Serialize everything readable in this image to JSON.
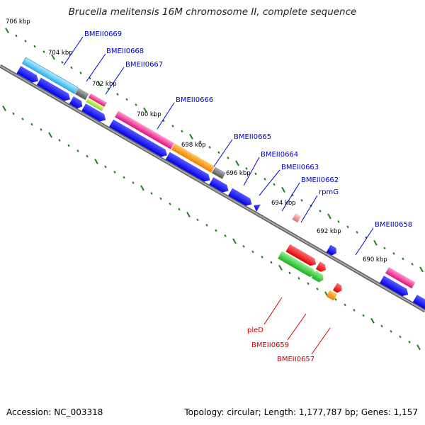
{
  "title": "Brucella melitensis 16M chromosome II, complete sequence",
  "footer": {
    "accession": "Accession: NC_003318",
    "topology": "Topology: circular; Length: 1,177,787 bp; Genes: 1,157"
  },
  "colors": {
    "backbone": "#808080",
    "tick": "#1e7d1e",
    "label_top": "#0000cc",
    "label_bottom": "#cc0000",
    "cds": "#0000ff"
  },
  "kbp_labels": [
    "706 kbp",
    "704 kbp",
    "702 kbp",
    "700 kbp",
    "698 kbp",
    "696 kbp",
    "694 kbp",
    "692 kbp",
    "690 kbp"
  ],
  "genes_top": [
    "BMEII0669",
    "BMEII0668",
    "BMEII0667",
    "BMEII0666",
    "BMEII0665",
    "BMEII0664",
    "BMEII0663",
    "BMEII0662",
    "rpmG",
    "BMEII0658"
  ],
  "genes_bottom": [
    "pleD",
    "BMEII0659",
    "BMEII0657"
  ]
}
